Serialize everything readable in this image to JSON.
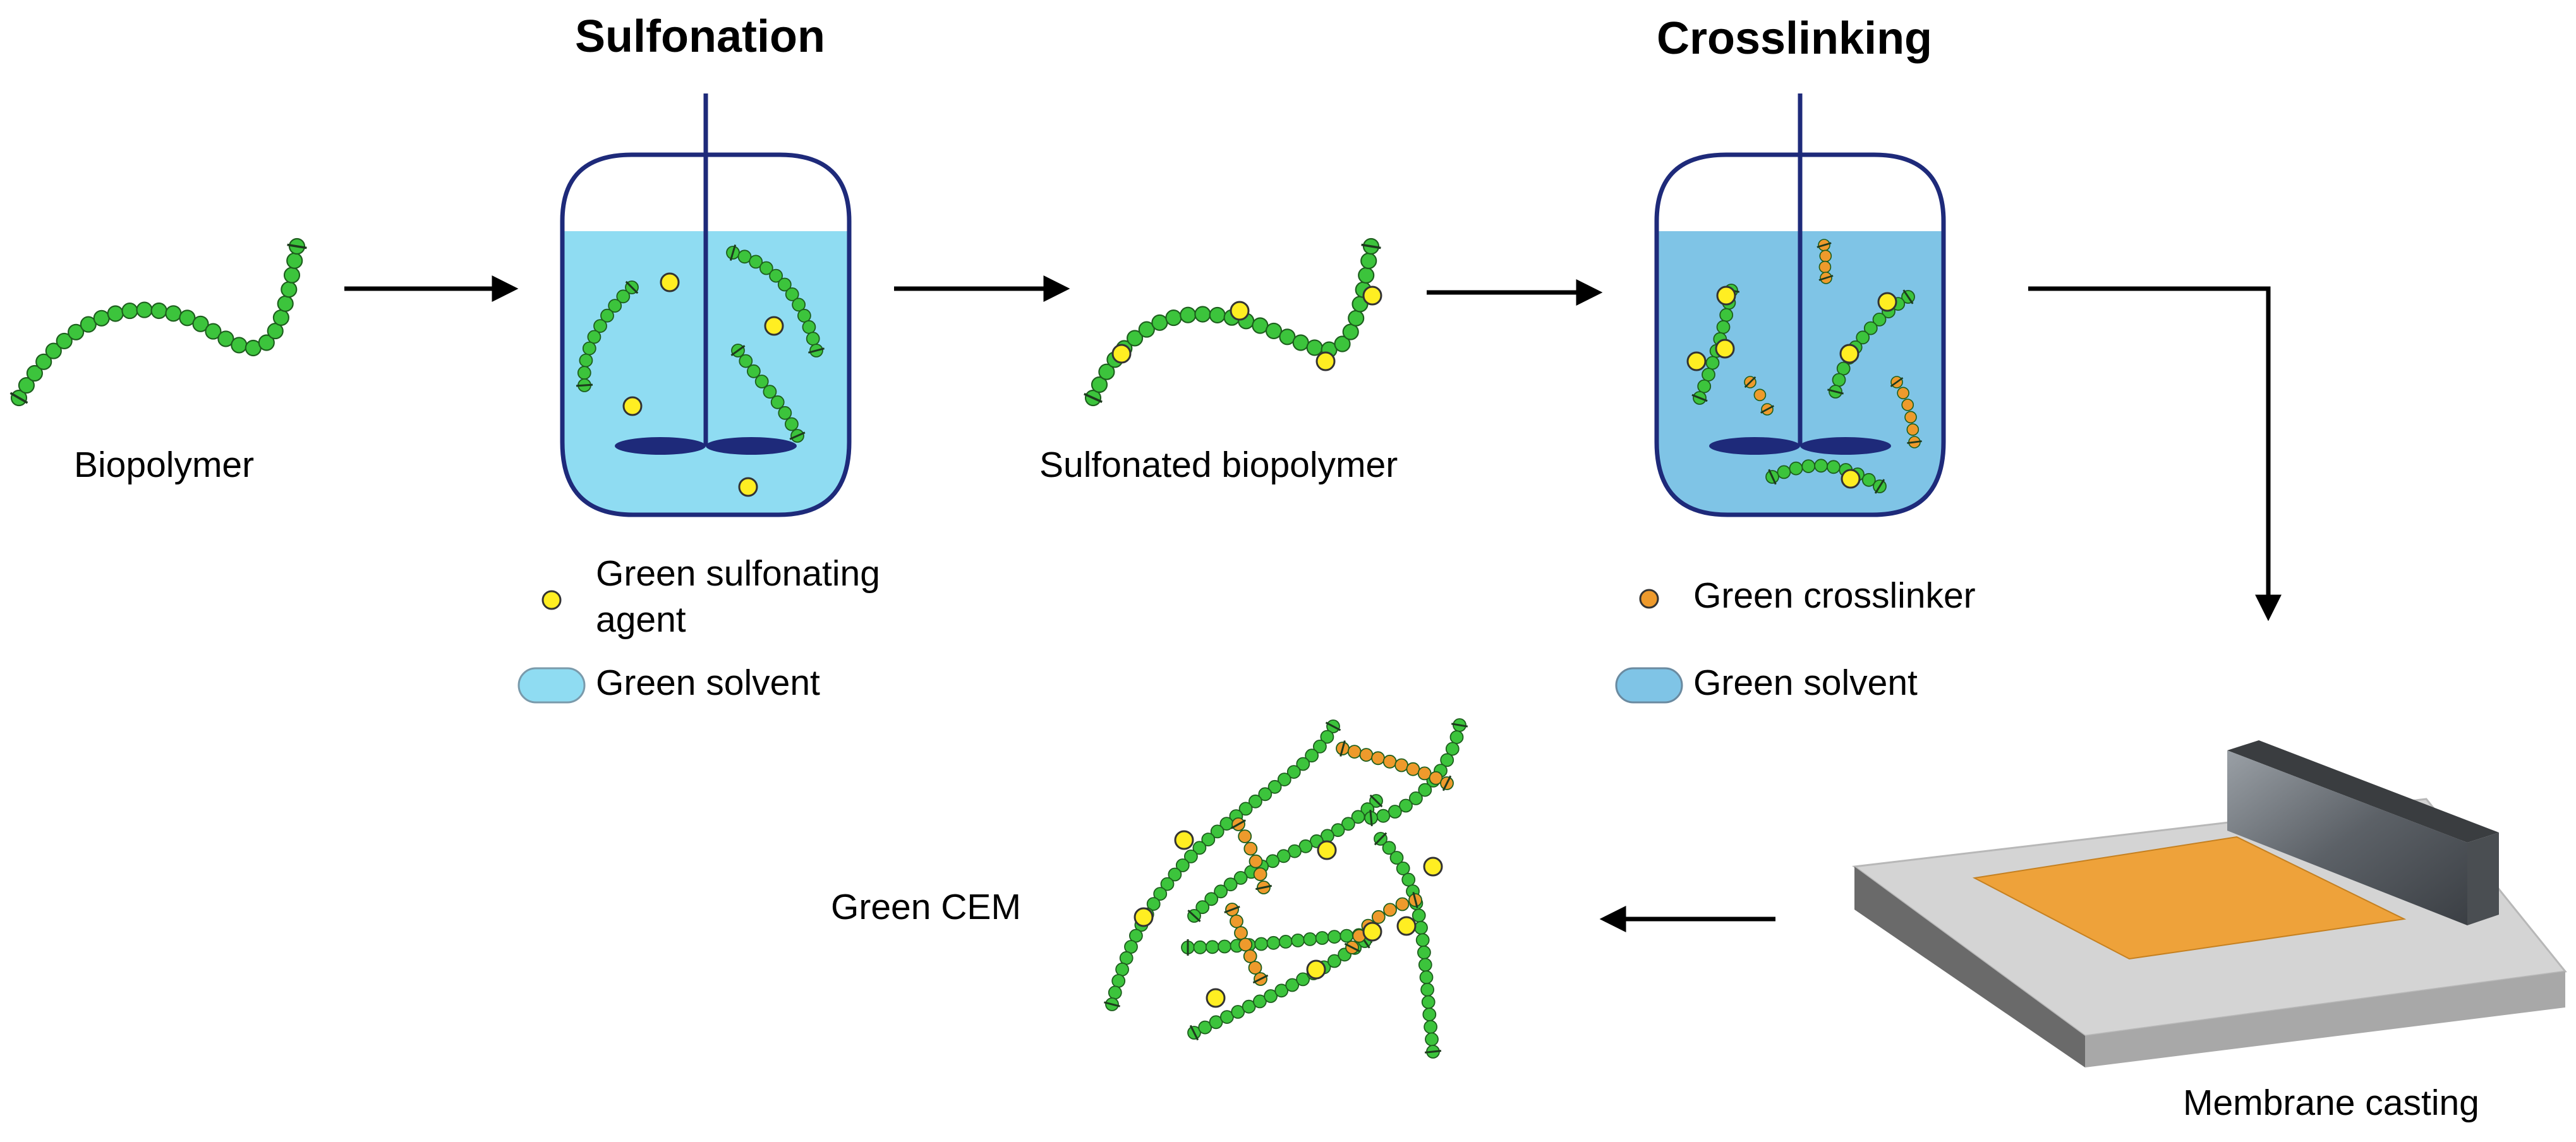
{
  "titles": {
    "sulfonation": "Sulfonation",
    "crosslinking": "Crosslinking"
  },
  "labels": {
    "biopolymer": "Biopolymer",
    "sulfonated_biopolymer": "Sulfonated biopolymer",
    "green_cem": "Green CEM",
    "membrane_casting": "Membrane casting"
  },
  "legend_sulfonation": {
    "agent_line1": "Green sulfonating",
    "agent_line2": "agent",
    "solvent": "Green solvent"
  },
  "legend_crosslinking": {
    "crosslinker": "Green crosslinker",
    "solvent": "Green solvent"
  },
  "colors": {
    "polymer_bead": "#3cc43c",
    "sulfonate_group": "#ffee22",
    "crosslinker_bead": "#ee9a2c",
    "solvent_1": "#8fdcf2",
    "solvent_2": "#7fc4e6",
    "reactor_outline": "#1e2a7a",
    "membrane": "#eea23a"
  },
  "icons": {
    "reactor": "stirred-reactor-icon",
    "casting": "membrane-casting-icon"
  }
}
